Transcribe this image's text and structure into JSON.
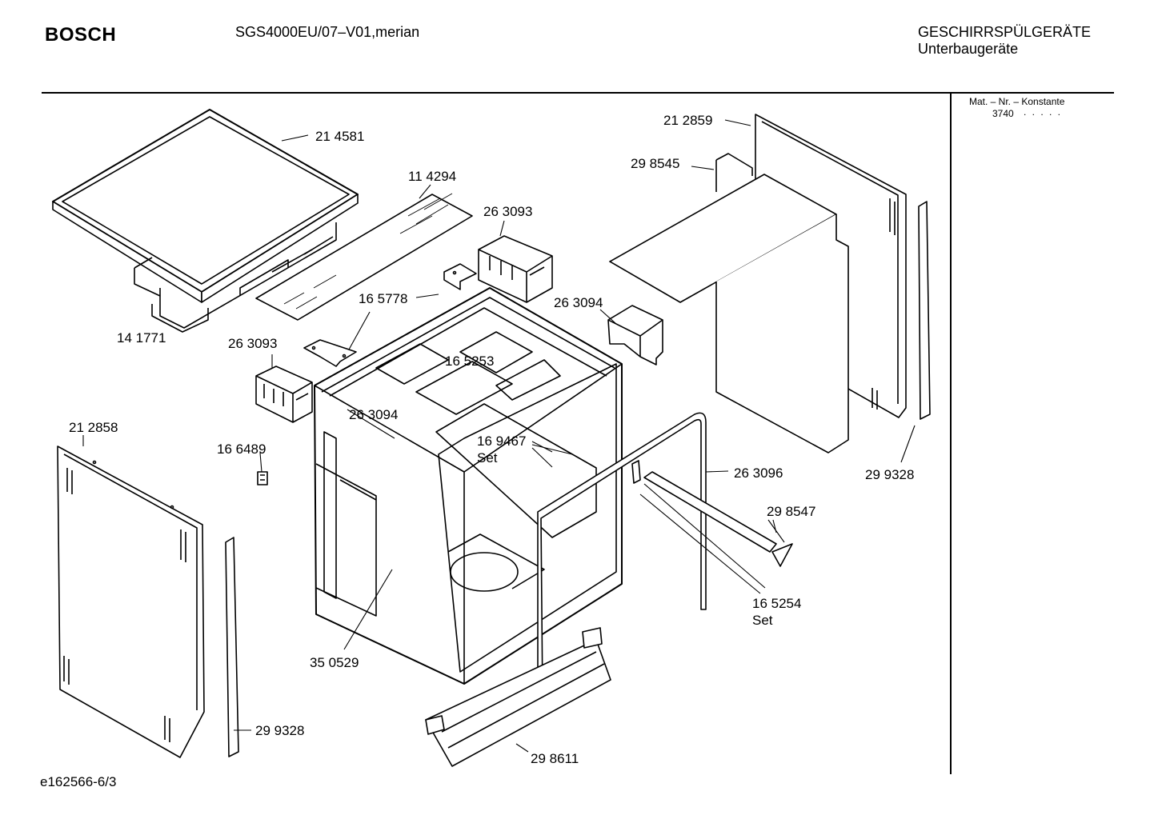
{
  "header": {
    "brand": "BOSCH",
    "model": "SGS4000EU/07–V01,merian",
    "category_line1": "GESCHIRRSPÜLGERÄTE",
    "category_line2": "Unterbaugeräte"
  },
  "sidebar": {
    "mat_label": "Mat. – Nr. – Konstante",
    "mat_value": "3740",
    "mat_dots": ". . . . ."
  },
  "footer": {
    "code": "e162566-6/3"
  },
  "parts": [
    "21 4581",
    "11 4294",
    "26 3093",
    "16 5778",
    "14 1771",
    "26 3093",
    "26 3094",
    "16 5253",
    "26 3094",
    "16 9467",
    "Set",
    "21 2858",
    "16 6489",
    "26 3096",
    "29 8547",
    "16 5254",
    "Set",
    "35 0529",
    "29 9328",
    "29 8611",
    "21 2859",
    "29 8545",
    "29 9328"
  ]
}
